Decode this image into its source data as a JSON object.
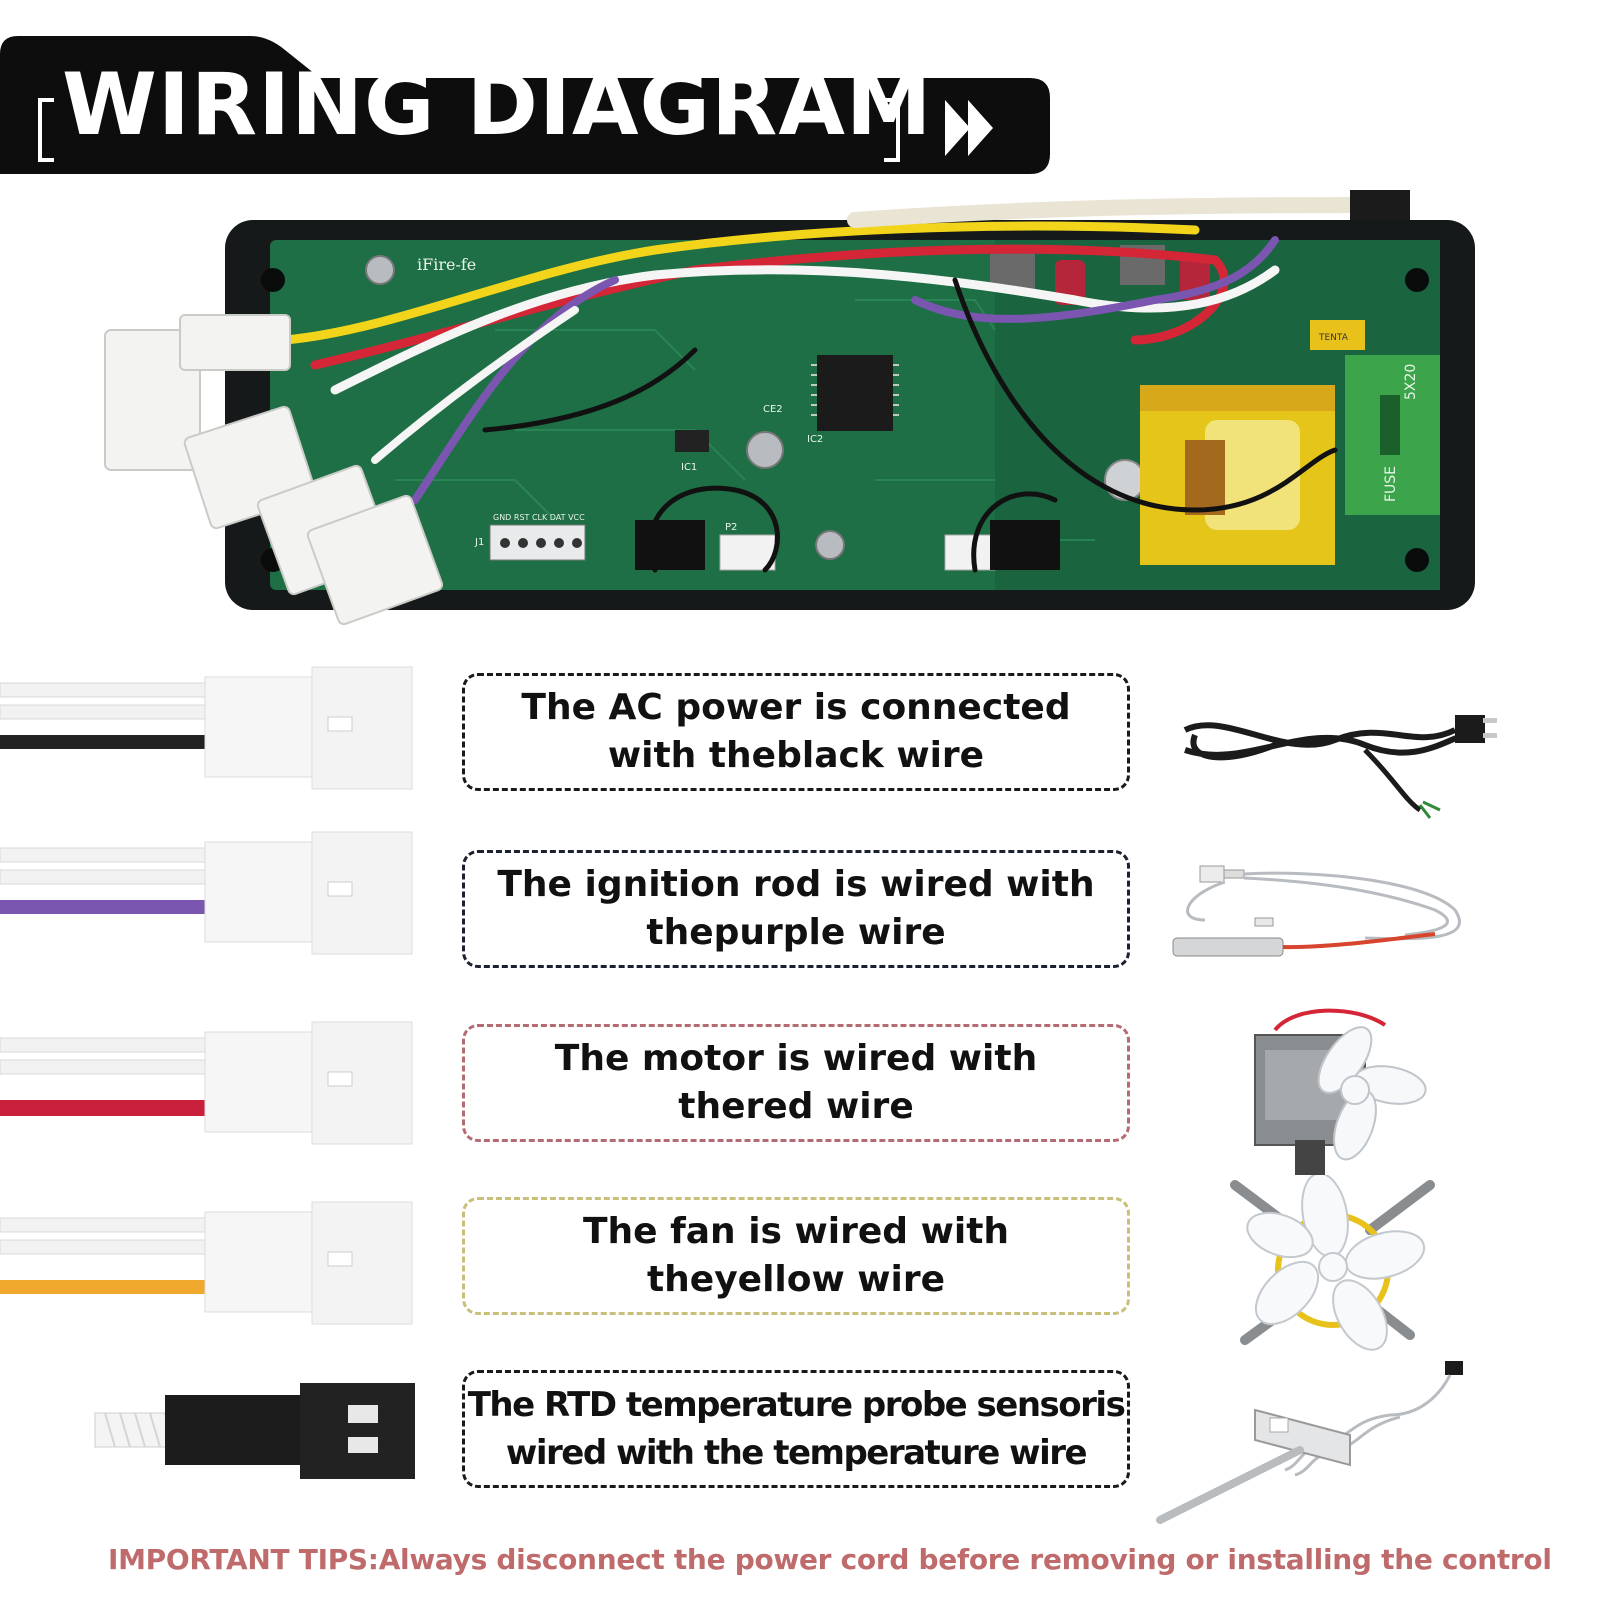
{
  "title": "WIRING DIAGRAM",
  "board": {
    "brand_label": "iFire-fe",
    "chip_labels": [
      "IC1",
      "IC2",
      "CE2",
      "P2",
      "J1",
      "FUSE",
      "5X20",
      "TENTA"
    ],
    "header_pins": "GND RST CLK DAT VCC"
  },
  "wires": [
    {
      "caption": "The AC power is connected\nwith theblack wire",
      "wire_color": "#222222",
      "box_color": "#1a1a1a",
      "device": "power-cord"
    },
    {
      "caption": "The ignition rod is wired with\nthepurple wire",
      "wire_color": "#7a56b0",
      "box_color": "#1d2030",
      "device": "ignition-rod"
    },
    {
      "caption": "The motor is wired with\nthered wire",
      "wire_color": "#c8203c",
      "box_color": "#b46b74",
      "device": "auger-motor"
    },
    {
      "caption": "The fan is wired with\ntheyellow wire",
      "wire_color": "#f0a92c",
      "box_color": "#c8c07a",
      "device": "induction-fan"
    },
    {
      "caption": "The RTD temperature probe sensoris\nwired with the temperature wire",
      "wire_color": "#ffffff",
      "box_color": "#1a1a1a",
      "device": "rtd-probe"
    }
  ],
  "tips": "IMPORTANT TIPS:Always disconnect the power cord before removing or installing the control"
}
